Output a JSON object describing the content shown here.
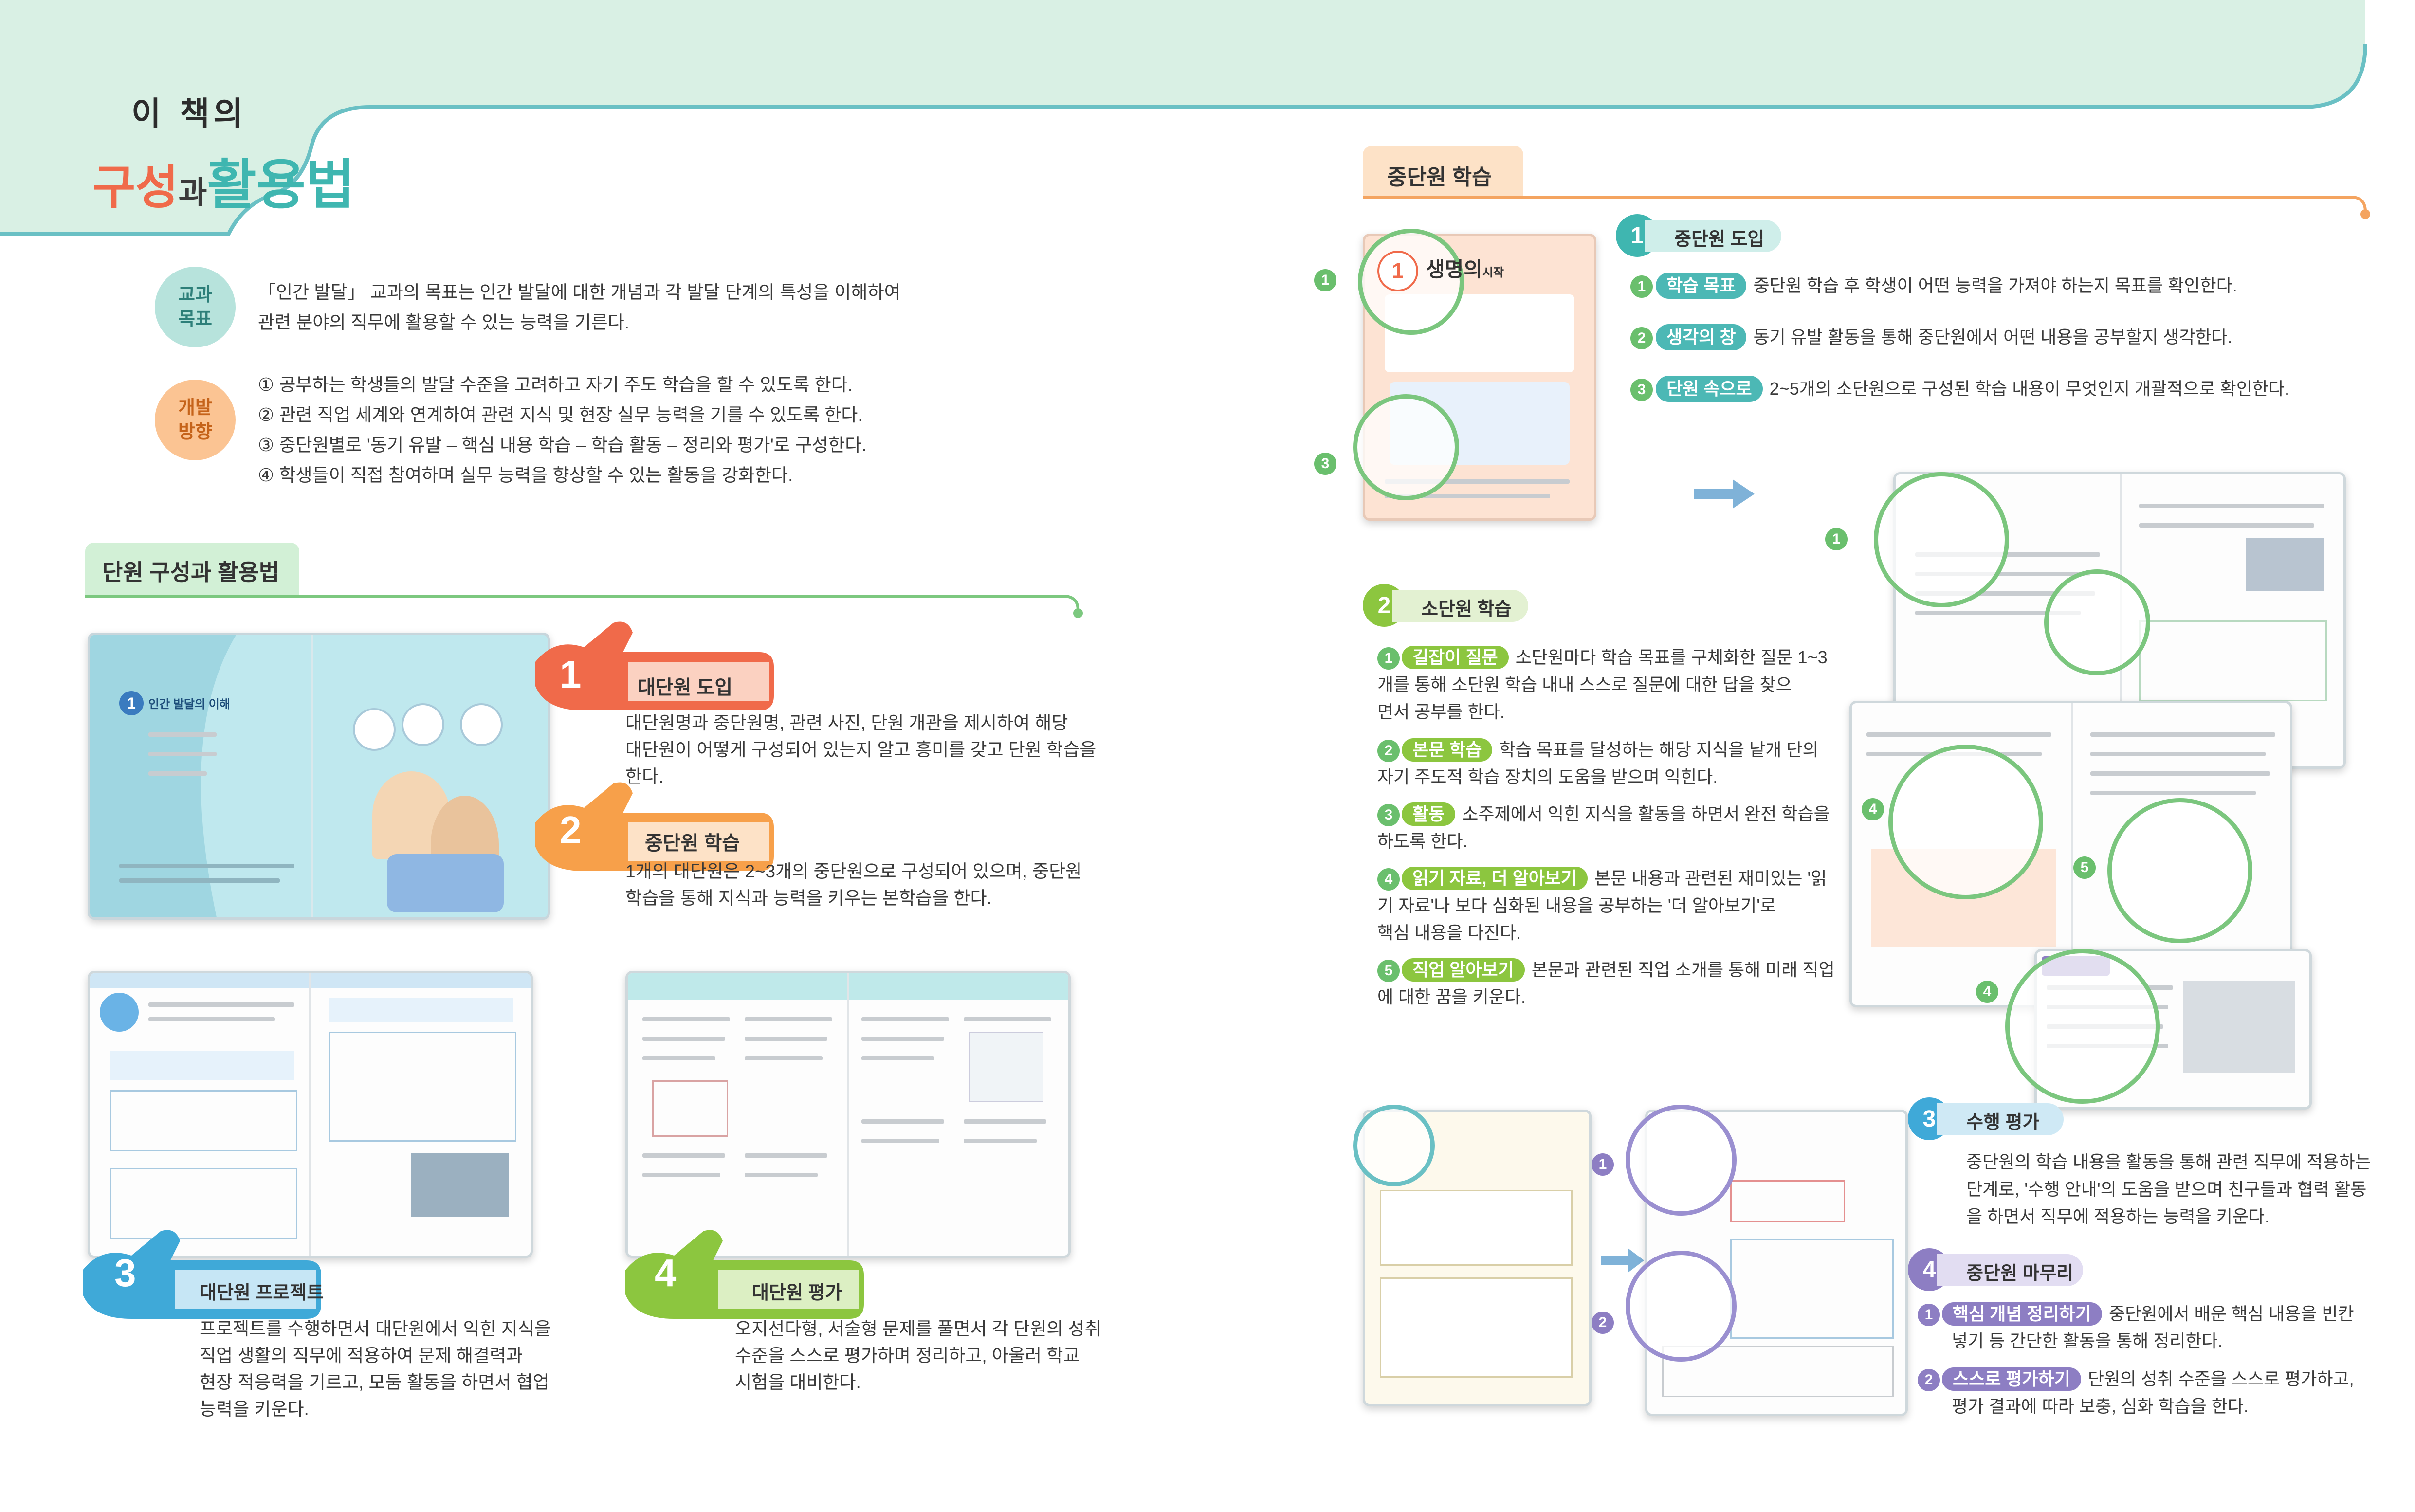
{
  "header": {
    "title_top": "이 책의",
    "title_main_1": "구성",
    "title_main_2": "과",
    "title_main_3": "활용법"
  },
  "colors": {
    "mint_bg": "#d9f0e4",
    "teal": "#3fb6b0",
    "orange": "#f7a04a",
    "red_orange": "#f06a4a",
    "green": "#8cc63f",
    "blue": "#3fa9d8",
    "purple": "#8d7ec3",
    "pink_tab": "#fde2c7"
  },
  "goals": {
    "badge1_line1": "교과",
    "badge1_line2": "목표",
    "goal_line1": "「인간 발달」 교과의 목표는 인간 발달에 대한 개념과 각 발달 단계의 특성을 이해하여",
    "goal_line2": "관련 분야의 직무에 활용할 수 있는 능력을 기른다.",
    "badge2_line1": "개발",
    "badge2_line2": "방향",
    "dir1": "① 공부하는 학생들의 발달 수준을 고려하고 자기 주도 학습을 할 수 있도록 한다.",
    "dir2": "② 관련 직업 세계와 연계하여 관련 지식 및 현장 실무 능력을 기를 수 있도록 한다.",
    "dir3": "③ 중단원별로 '동기 유발 – 핵심 내용 학습 – 학습 활동 – 정리와 평가'로 구성한다.",
    "dir4": "④ 학생들이 직접 참여하며 실무 능력을 향상할 수 있는 활동을 강화한다."
  },
  "left_section": {
    "tab_label": "단원 구성과 활용법",
    "item1_num": "1",
    "item1_title": "대단원 도입",
    "item1_desc1": "대단원명과 중단원명, 관련 사진, 단원 개관을 제시하여 해당",
    "item1_desc2": "대단원이 어떻게 구성되어 있는지 알고 흥미를 갖고 단원 학습을",
    "item1_desc3": "한다.",
    "item2_num": "2",
    "item2_title": "중단원 학습",
    "item2_desc1": "1개의 대단원은 2~3개의 중단원으로 구성되어 있으며, 중단원",
    "item2_desc2": "학습을 통해 지식과 능력을 키우는 본학습을 한다.",
    "item3_num": "3",
    "item3_title": "대단원 프로젝트",
    "item3_desc1": "프로젝트를 수행하면서 대단원에서 익힌 지식을",
    "item3_desc2": "직업 생활의 직무에 적용하여 문제 해결력과",
    "item3_desc3": "현장 적응력을 기르고, 모둠 활동을 하면서 협업",
    "item3_desc4": "능력을 키운다.",
    "item4_num": "4",
    "item4_title": "대단원 평가",
    "item4_desc1": "오지선다형, 서술형 문제를 풀면서 각 단원의 성취",
    "item4_desc2": "수준을 스스로 평가하며 정리하고, 아울러 학교",
    "item4_desc3": "시험을 대비한다.",
    "thumb1_unit": "인간 발달의 이해",
    "thumb1_unit_num": "1"
  },
  "right_section": {
    "tab_label": "중단원 학습",
    "thumb_title": "생명의",
    "thumb_title_small": "시작",
    "s1_num": "1",
    "s1_title": "중단원 도입",
    "s1_k1": "학습 목표",
    "s1_t1": "중단원 학습 후 학생이 어떤 능력을 가져야 하는지 목표를 확인한다.",
    "s1_k2": "생각의 창",
    "s1_t2": "동기 유발 활동을 통해 중단원에서 어떤 내용을 공부할지 생각한다.",
    "s1_k3": "단원 속으로",
    "s1_t3": "2~5개의 소단원으로 구성된 학습 내용이 무엇인지 개괄적으로 확인한다.",
    "s2_num": "2",
    "s2_title": "소단원 학습",
    "s2_k1": "길잡이 질문",
    "s2_t1a": "소단원마다 학습 목표를 구체화한 질문 1~3",
    "s2_t1b": "개를 통해 소단원 학습 내내 스스로 질문에 대한 답을 찾으",
    "s2_t1c": "면서 공부를 한다.",
    "s2_k2": "본문 학습",
    "s2_t2a": "학습 목표를 달성하는 해당 지식을 낱개 단의",
    "s2_t2b": "자기 주도적 학습 장치의 도움을 받으며 익힌다.",
    "s2_k3": "활동",
    "s2_t3a": "소주제에서 익힌 지식을 활동을 하면서 완전 학습을",
    "s2_t3b": "하도록 한다.",
    "s2_k4": "읽기 자료, 더 알아보기",
    "s2_t4a": "본문 내용과 관련된 재미있는 '읽",
    "s2_t4b": "기 자료'나 보다 심화된 내용을 공부하는 '더 알아보기'로",
    "s2_t4c": "핵심 내용을 다진다.",
    "s2_k5": "직업 알아보기",
    "s2_t5a": "본문과 관련된 직업 소개를 통해 미래 직업",
    "s2_t5b": "에 대한 꿈을 키운다.",
    "s3_num": "3",
    "s3_title": "수행 평가",
    "s3_t1": "중단원의 학습 내용을 활동을 통해 관련 직무에 적용하는",
    "s3_t2": "단계로, '수행 안내'의 도움을 받으며 친구들과 협력 활동",
    "s3_t3": "을 하면서 직무에 적용하는 능력을 키운다.",
    "s4_num": "4",
    "s4_title": "중단원 마무리",
    "s4_k1": "핵심 개념 정리하기",
    "s4_t1a": "중단원에서 배운 핵심 내용을 빈칸",
    "s4_t1b": "넣기 등 간단한 활동을 통해 정리한다.",
    "s4_k2": "스스로 평가하기",
    "s4_t2a": "단원의 성취 수준을 스스로 평가하고,",
    "s4_t2b": "평가 결과에 따라 보충, 심화 학습을 한다.",
    "lens_1": "1",
    "lens_2": "2",
    "lens_3": "3",
    "lens_4": "4",
    "lens_5": "5",
    "lens4b": "4"
  }
}
